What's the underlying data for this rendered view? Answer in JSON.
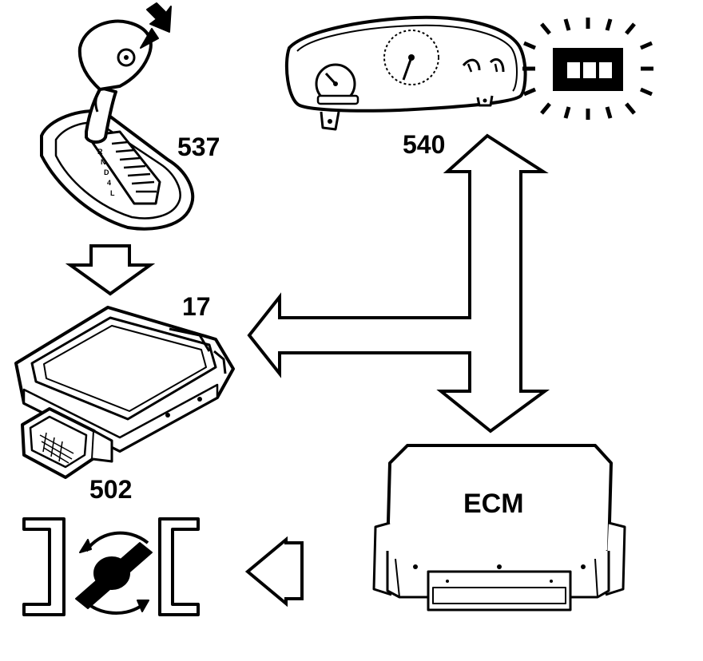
{
  "labels": {
    "shifter": "537",
    "cluster": "540",
    "module": "17",
    "connector_module": "502",
    "ecm": "ECM"
  },
  "colors": {
    "ink": "#000000",
    "paper": "#ffffff",
    "shade": "#d0d0d0"
  }
}
